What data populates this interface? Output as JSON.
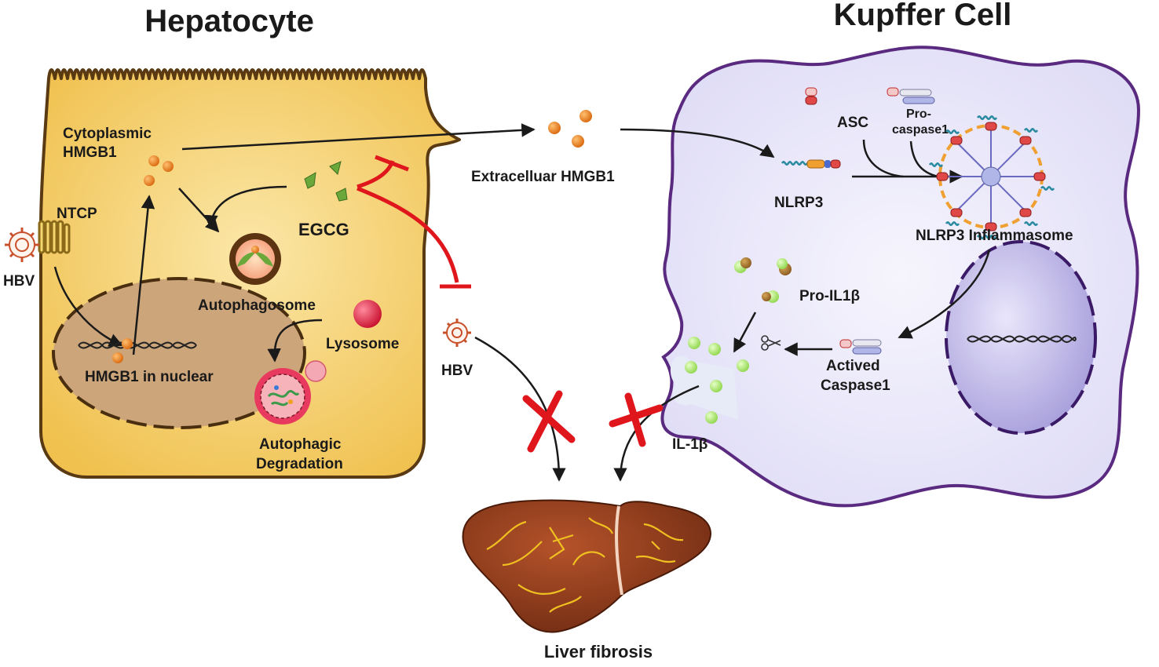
{
  "titles": {
    "hepatocyte": "Hepatocyte",
    "kupffer": "Kupffer Cell"
  },
  "labels": {
    "cytoplasmic_line1": "Cytoplasmic",
    "cytoplasmic_line2": "HMGB1",
    "ntcp": "NTCP",
    "hbv_left": "HBV",
    "hbv_mid": "HBV",
    "egcg": "EGCG",
    "autophagosome": "Autophagosome",
    "lysosome": "Lysosome",
    "hmgb1_nuclear": "HMGB1 in nuclear",
    "autophagic_line1": "Autophagic",
    "autophagic_line2": "Degradation",
    "extracellular": "Extracelluar HMGB1",
    "asc": "ASC",
    "procasp_line1": "Pro-",
    "procasp_line2": "caspase1",
    "nlrp3": "NLRP3",
    "inflammasome": "NLRP3 Inflammasome",
    "pro_il1b": "Pro-IL1β",
    "actived_line1": "Actived",
    "actived_line2": "Caspase1",
    "il1b": "IL-1β",
    "liver_fibrosis": "Liver fibrosis"
  },
  "colors": {
    "hepatocyte_fill": "#f3c95a",
    "hepatocyte_stroke": "#5a3a12",
    "nucleus_fill": "#cda57a",
    "kupffer_fill": "#ebe9fb",
    "kupffer_stroke": "#5a2a80",
    "hmgb1": "#e8801e",
    "egcg": "#6aa83c",
    "inhibit": "#e0161d",
    "lysosome": "#e02d4a",
    "il1b": "#b8ef7a",
    "liver": "#8a3a1c",
    "fibrosis": "#f0c020"
  },
  "icons": [
    "hbv-virus-icon",
    "dna-helix-icon",
    "scissors-icon",
    "block-x-icon",
    "inflammasome-icon",
    "liver-icon"
  ]
}
